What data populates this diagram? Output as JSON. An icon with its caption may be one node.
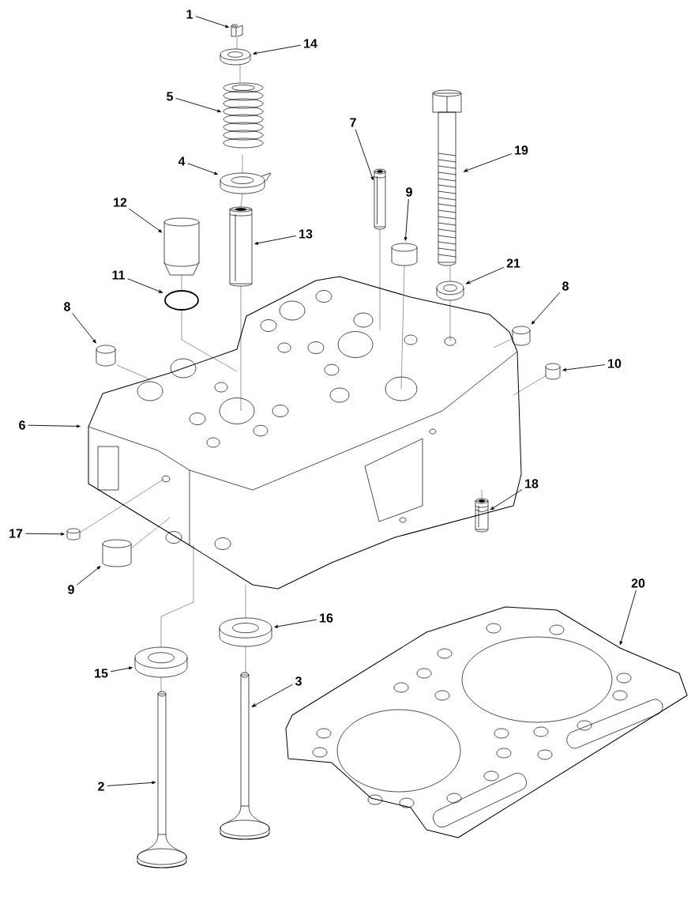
{
  "diagram": {
    "nodes": [
      {
        "text": [
          "1"
        ]
      },
      {
        "text": [],
        "shape": "picture"
      },
      {
        "text": [
          "14"
        ]
      },
      {
        "text": [],
        "shape": "picture"
      },
      {
        "text": [
          "5"
        ]
      },
      {
        "text": [],
        "shape": "picture"
      },
      {
        "text": [
          "4"
        ]
      },
      {
        "text": [],
        "shape": "picture"
      },
      {
        "text": [
          "7"
        ]
      },
      {
        "text": [],
        "shape": "picture"
      },
      {
        "text": [
          "19"
        ]
      },
      {
        "text": [],
        "shape": "picture"
      },
      {
        "text": [
          "12"
        ]
      },
      {
        "text": [],
        "shape": "picture"
      },
      {
        "text": [
          "13"
        ]
      },
      {
        "text": [],
        "shape": "picture"
      },
      {
        "text": [
          "9"
        ]
      },
      {
        "text": [],
        "shape": "picture"
      },
      {
        "text": [
          "21"
        ]
      },
      {
        "text": [],
        "shape": "picture"
      },
      {
        "text": [
          "11"
        ]
      },
      {
        "text": [],
        "shape": "circle"
      },
      {
        "text": [
          "8"
        ]
      },
      {
        "text": [],
        "shape": "picture"
      },
      {
        "text": [
          "8"
        ]
      },
      {
        "text": [],
        "shape": "picture"
      },
      {
        "text": [
          "10"
        ]
      },
      {
        "text": [],
        "shape": "picture"
      },
      {
        "text": [
          "6"
        ]
      },
      {
        "text": [],
        "shape": "picture"
      },
      {
        "text": [
          "18"
        ]
      },
      {
        "text": [],
        "shape": "picture"
      },
      {
        "text": [
          "17"
        ]
      },
      {
        "text": [],
        "shape": "picture"
      },
      {
        "text": [
          "9"
        ]
      },
      {
        "text": [],
        "shape": "picture"
      },
      {
        "text": [
          "20"
        ]
      },
      {
        "text": [],
        "shape": "picture"
      },
      {
        "text": [
          "16"
        ]
      },
      {
        "text": [],
        "shape": "picture"
      },
      {
        "text": [
          "15"
        ]
      },
      {
        "text": [],
        "shape": "picture"
      },
      {
        "text": [
          "3"
        ]
      },
      {
        "text": [],
        "shape": "picture"
      },
      {
        "text": [
          "2"
        ]
      },
      {
        "text": [],
        "shape": "picture"
      }
    ],
    "edges": [
      {
        "from": 0,
        "to": 1,
        "arrow": "to"
      },
      {
        "from": 2,
        "to": 3,
        "arrow": "to"
      },
      {
        "from": 4,
        "to": 5,
        "arrow": "to"
      },
      {
        "from": 6,
        "to": 7,
        "arrow": "to"
      },
      {
        "from": 8,
        "to": 9,
        "arrow": "to"
      },
      {
        "from": 10,
        "to": 11,
        "arrow": "to"
      },
      {
        "from": 12,
        "to": 13,
        "arrow": "to"
      },
      {
        "from": 14,
        "to": 15,
        "arrow": "to"
      },
      {
        "from": 16,
        "to": 17,
        "arrow": "to"
      },
      {
        "from": 18,
        "to": 19,
        "arrow": "to"
      },
      {
        "from": 20,
        "to": 21,
        "arrow": "to"
      },
      {
        "from": 22,
        "to": 23,
        "arrow": "to"
      },
      {
        "from": 24,
        "to": 25,
        "arrow": "to"
      },
      {
        "from": 26,
        "to": 27,
        "arrow": "to"
      },
      {
        "from": 28,
        "to": 29,
        "arrow": "to"
      },
      {
        "from": 30,
        "to": 31,
        "arrow": "to"
      },
      {
        "from": 32,
        "to": 33,
        "arrow": "to"
      },
      {
        "from": 34,
        "to": 35,
        "arrow": "to"
      },
      {
        "from": 36,
        "to": 37,
        "arrow": "to"
      },
      {
        "from": 38,
        "to": 39,
        "arrow": "to"
      },
      {
        "from": 40,
        "to": 41,
        "arrow": "to"
      },
      {
        "from": 42,
        "to": 43,
        "arrow": "to"
      },
      {
        "from": 44,
        "to": 45,
        "arrow": "to"
      },
      {
        "from": 1,
        "to": 3,
        "arrow": "none"
      },
      {
        "from": 3,
        "to": 5,
        "arrow": "none"
      },
      {
        "from": 5,
        "to": 7,
        "arrow": "none"
      },
      {
        "from": 7,
        "to": 15,
        "arrow": "none"
      },
      {
        "from": 15,
        "to": 29,
        "arrow": "none"
      },
      {
        "from": 13,
        "to": 21,
        "arrow": "none"
      },
      {
        "from": 21,
        "to": 29,
        "arrow": "none"
      },
      {
        "from": 9,
        "to": 29,
        "arrow": "none"
      },
      {
        "from": 17,
        "to": 29,
        "arrow": "none"
      },
      {
        "from": 11,
        "to": 19,
        "arrow": "none"
      },
      {
        "from": 19,
        "to": 29,
        "arrow": "none"
      },
      {
        "from": 25,
        "to": 29,
        "arrow": "none"
      },
      {
        "from": 27,
        "to": 29,
        "arrow": "none"
      },
      {
        "from": 33,
        "to": 29,
        "arrow": "none"
      },
      {
        "from": 35,
        "to": 29,
        "arrow": "none"
      },
      {
        "from": 29,
        "to": 39,
        "arrow": "none"
      },
      {
        "from": 39,
        "to": 43,
        "arrow": "none"
      },
      {
        "from": 29,
        "to": 41,
        "arrow": "none"
      },
      {
        "from": 41,
        "to": 45,
        "arrow": "none"
      },
      {
        "from": 31,
        "to": 29,
        "arrow": "none"
      },
      {
        "from": 23,
        "to": 29,
        "arrow": "none"
      }
    ]
  }
}
